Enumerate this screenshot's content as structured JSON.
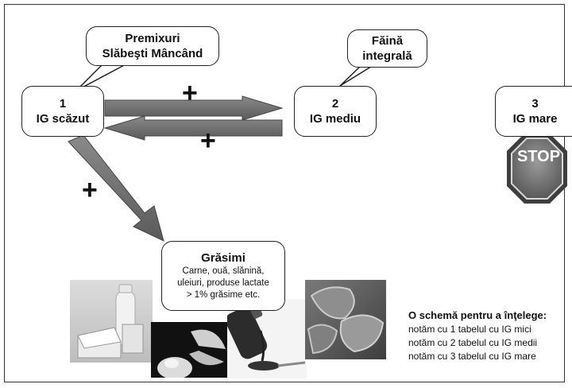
{
  "notes": {
    "premixuri": [
      "Premixuri",
      "Slăbeşti Mâncând"
    ],
    "faina": [
      "Făină",
      "integrală"
    ]
  },
  "levels": [
    {
      "number": "1",
      "label": "IG scăzut"
    },
    {
      "number": "2",
      "label": "IG mediu"
    },
    {
      "number": "3",
      "label": "IG mare"
    }
  ],
  "plus_sign": "+",
  "stop_sign": "STOP",
  "grasimi": {
    "title": "Grăsimi",
    "lines": [
      "Carne, ouă, slănină,",
      "uleiuri, produse lactate",
      "> 1% grăsime etc."
    ]
  },
  "legend": {
    "title": "O schemă pentru a înţelege:",
    "items": [
      "notăm cu 1 tabelul cu IG mici",
      "notăm cu 2 tabelul cu IG medii",
      "notăm cu 3 tabelul cu IG mare"
    ]
  },
  "photos": [
    "dairy-photo",
    "eggs-photo",
    "oil-photo",
    "meat-photo"
  ]
}
